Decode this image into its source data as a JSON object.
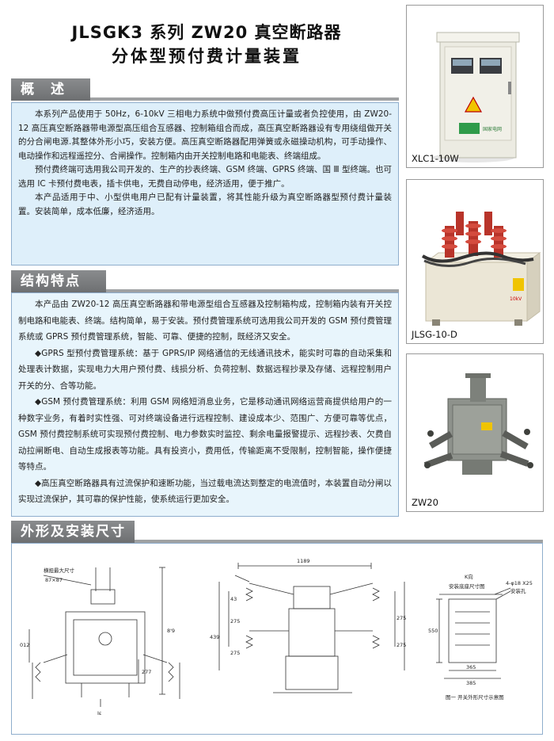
{
  "header": {
    "line1": "JLSGK3 系列 ZW20 真空断路器",
    "line2": "分体型预付费计量装置"
  },
  "overview": {
    "heading": "概　述",
    "paragraphs": [
      "本系列产品使用于 50Hz，6-10kV 三相电力系统中做预付费高压计量或者负控使用，由 ZW20-12 高压真空断路器带电源型高压组合互感器、控制箱组合而成，高压真空断路器设有专用绕组做开关的分合闸电源.其整体外形小巧，安装方便。高压真空断路器配用弹簧或永磁操动机构，可手动操作、电动操作和远程遥控分、合闸操作。控制箱内由开关控制电路和电能表、终端组成。",
      "预付费终端可选用我公司开发的、生产的抄表终端、GSM 终端、GPRS 终端、国 Ⅲ 型终端。也可选用 IC 卡预付费电表，插卡供电，无费自动停电，经济适用，便于推广。",
      "本产品适用于中、小型供电用户已配有计量装置，将其性能升级为真空断路器型预付费计量装置。安装简单，成本低廉，经济适用。"
    ]
  },
  "structure": {
    "heading": "结构特点",
    "paragraphs": [
      "本产品由 ZW20-12 高压真空断路器和带电源型组合互感器及控制箱构成，控制箱内装有开关控制电路和电能表、终端。结构简单，易于安装。预付费管理系统可选用我公司开发的 GSM 预付费管理系统或 GPRS 预付费管理系统，智能、可靠、便捷的控制，既经济又安全。",
      "◆GPRS 型预付费管理系统：基于 GPRS/IP 网络通信的无线通讯技术，能实时可靠的自动采集和处理表计数据，实现电力大用户预付费、线损分析、负荷控制、数据远程抄录及存储、远程控制用户开关的分、合等功能。",
      "◆GSM 预付费管理系统：利用 GSM 网络短消息业务，它是移动通讯网络运营商提供给用户的一种数字业务，有着时实性强、可对终端设备进行远程控制、建设成本少、范围广、方便可靠等优点，GSM 预付费控制系统可实现预付费控制、电力参数实时监控、剩余电量报警提示、远程抄表、欠费自动拉闸断电、自动生成报表等功能。具有投资小，费用低，传输距离不受限制，控制智能，操作便捷等特点。",
      "◆高压真空断路器具有过流保护和速断功能，当过载电流达到整定的电流值时，本装置自动分闸以实现过流保护，其可靠的保护性能，使系统运行更加安全。"
    ]
  },
  "dimensions": {
    "heading": "外形及安装尺寸",
    "labels": {
      "handle_size": "横担最大尺寸",
      "handle_value": "87×87",
      "h_total": "8'9",
      "h_left": "012",
      "h_mid": "277",
      "bottom": "Iε",
      "width_top": "1189",
      "left_a": "43",
      "left_b": "275",
      "left_c": "439",
      "left_d": "275",
      "right_a": "275",
      "right_b": "275",
      "k_dir": "K向",
      "k_plate": "安装底座尺寸图",
      "k_holes": "4-φ18 X25",
      "k_holes2": "安装孔",
      "k_h": "550",
      "k_w1": "365",
      "k_w2": "385",
      "fig_caption": "图一  开关外形尺寸示意图"
    }
  },
  "photos": [
    {
      "caption": "XLC1-10W",
      "badge": "国家电网"
    },
    {
      "caption": "JLSG-10-D",
      "badge": "10kV"
    },
    {
      "caption": "ZW20"
    }
  ],
  "colors": {
    "section_header": "#7b7d7f",
    "box_border": "#8faecd",
    "box_fill": "#deeffa",
    "insulator_red": "#b8342a"
  }
}
